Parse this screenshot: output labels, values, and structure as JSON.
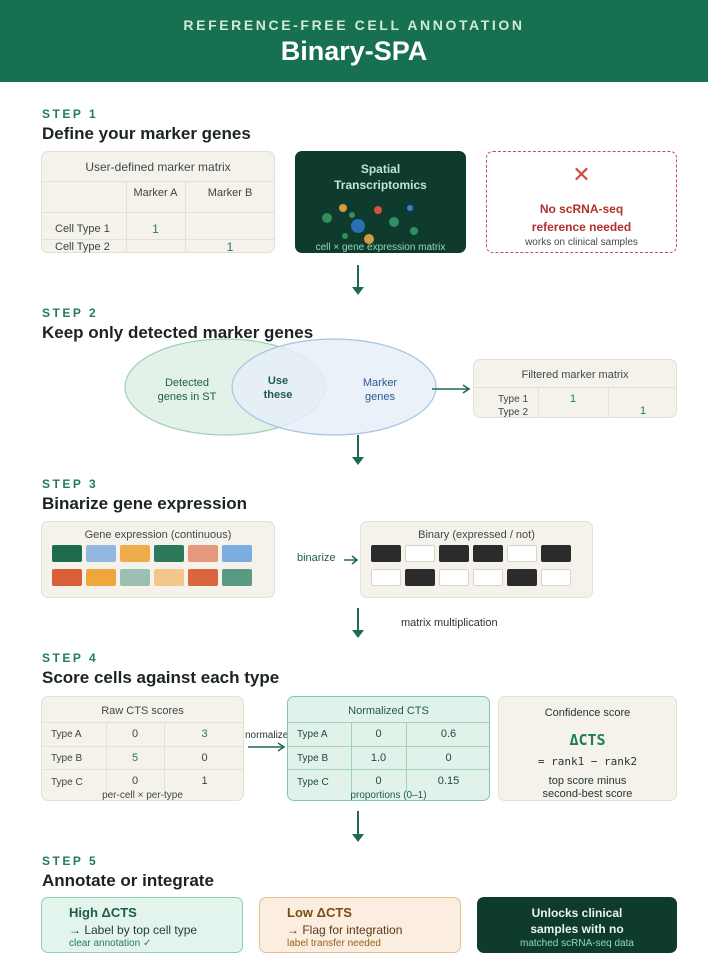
{
  "header": {
    "kicker": "REFERENCE-FREE CELL ANNOTATION",
    "title": "Binary-SPA"
  },
  "step1": {
    "label": "STEP 1",
    "title": "Define your marker genes",
    "matrix": {
      "caption": "User-defined marker matrix",
      "col_a": "Marker A",
      "col_b": "Marker B",
      "row1": "Cell Type 1",
      "row2": "Cell Type 2",
      "v1": "1",
      "v2": "1"
    },
    "st": {
      "title_line1": "Spatial",
      "title_line2": "Transcriptomics",
      "footer": "cell × gene expression matrix"
    },
    "noref": {
      "icon": "✕",
      "line1": "No scRNA-seq",
      "line2": "reference needed",
      "sub": "works on clinical samples"
    }
  },
  "step2": {
    "label": "STEP 2",
    "title": "Keep only detected marker genes",
    "venn_left_1": "Detected",
    "venn_left_2": "genes in ST",
    "venn_mid_1": "Use",
    "venn_mid_2": "these",
    "venn_right_1": "Marker",
    "venn_right_2": "genes",
    "filtered": {
      "caption": "Filtered marker matrix",
      "row1": "Type 1",
      "row2": "Type 2",
      "v1": "1",
      "v2": "1"
    }
  },
  "step3": {
    "label": "STEP 3",
    "title": "Binarize gene expression",
    "continuous_caption": "Gene expression (continuous)",
    "binarize_label": "binarize",
    "binary_caption": "Binary (expressed / not)",
    "mm_label": "matrix multiplication",
    "colors": [
      "#1e6b4f",
      "#93b8e0",
      "#eeac4a",
      "#2c7a5c",
      "#e59a80",
      "#7aaedf",
      "#d85f38",
      "#efa73d",
      "#9bc0b2",
      "#f3c78a",
      "#da6640",
      "#5a9a83"
    ],
    "binary": [
      1,
      0,
      1,
      1,
      0,
      1,
      0,
      1,
      0,
      0,
      1,
      0
    ]
  },
  "step4": {
    "label": "STEP 4",
    "title": "Score cells against each type",
    "raw": {
      "caption": "Raw CTS scores",
      "rows": [
        {
          "name": "Type A",
          "a": "0",
          "b": "3"
        },
        {
          "name": "Type B",
          "a": "5",
          "b": "0"
        },
        {
          "name": "Type C",
          "a": "0",
          "b": "1"
        }
      ],
      "footer": "per-cell × per-type"
    },
    "normalize_label": "normalize",
    "norm": {
      "caption": "Normalized CTS",
      "rows": [
        {
          "name": "Type A",
          "a": "0",
          "b": "0.6"
        },
        {
          "name": "Type B",
          "a": "1.0",
          "b": "0"
        },
        {
          "name": "Type C",
          "a": "0",
          "b": "0.15"
        }
      ],
      "footer": "proportions (0–1)"
    },
    "conf": {
      "caption": "Confidence score",
      "symbol": "ΔCTS",
      "formula": "= rank1 − rank2",
      "desc1": "top score minus",
      "desc2": "second-best score"
    }
  },
  "step5": {
    "label": "STEP 5",
    "title": "Annotate or integrate",
    "high": {
      "title": "High ΔCTS",
      "line": "→ Label by top cell type",
      "sub": "clear annotation ✓"
    },
    "low": {
      "title": "Low ΔCTS",
      "line": "→ Flag for integration",
      "sub": "label transfer needed"
    },
    "unlock": {
      "line1": "Unlocks clinical",
      "line2": "samples with no",
      "sub": "matched scRNA-seq data"
    }
  }
}
